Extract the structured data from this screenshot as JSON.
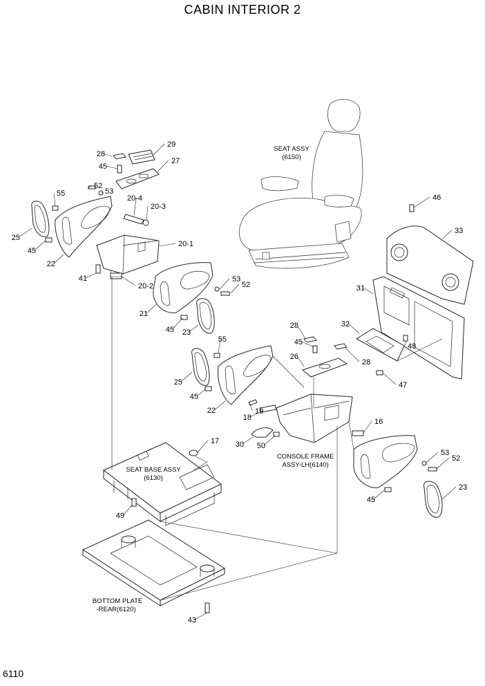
{
  "title": "CABIN INTERIOR 2",
  "page_number": "6110",
  "assembly_labels": {
    "seat_assy": [
      "SEAT ASSY",
      "(6150)"
    ],
    "seat_base_assy": [
      "SEAT BASE ASSY",
      "(6130)"
    ],
    "console_frame": [
      "CONSOLE FRAME",
      "ASSY-LH(6140)"
    ],
    "bottom_plate": [
      "BOTTOM PLATE",
      "-REAR(6120)"
    ]
  },
  "callouts": [
    "28",
    "29",
    "27",
    "45",
    "52",
    "53",
    "55",
    "20-4",
    "20-3",
    "20-1",
    "20-2",
    "25",
    "45",
    "22",
    "41",
    "21",
    "53",
    "52",
    "45",
    "23",
    "46",
    "33",
    "31",
    "32",
    "48",
    "47",
    "28",
    "45",
    "28",
    "26",
    "55",
    "25",
    "45",
    "22",
    "19",
    "18",
    "16",
    "30",
    "50",
    "17",
    "53",
    "52",
    "45",
    "23",
    "49",
    "43"
  ]
}
